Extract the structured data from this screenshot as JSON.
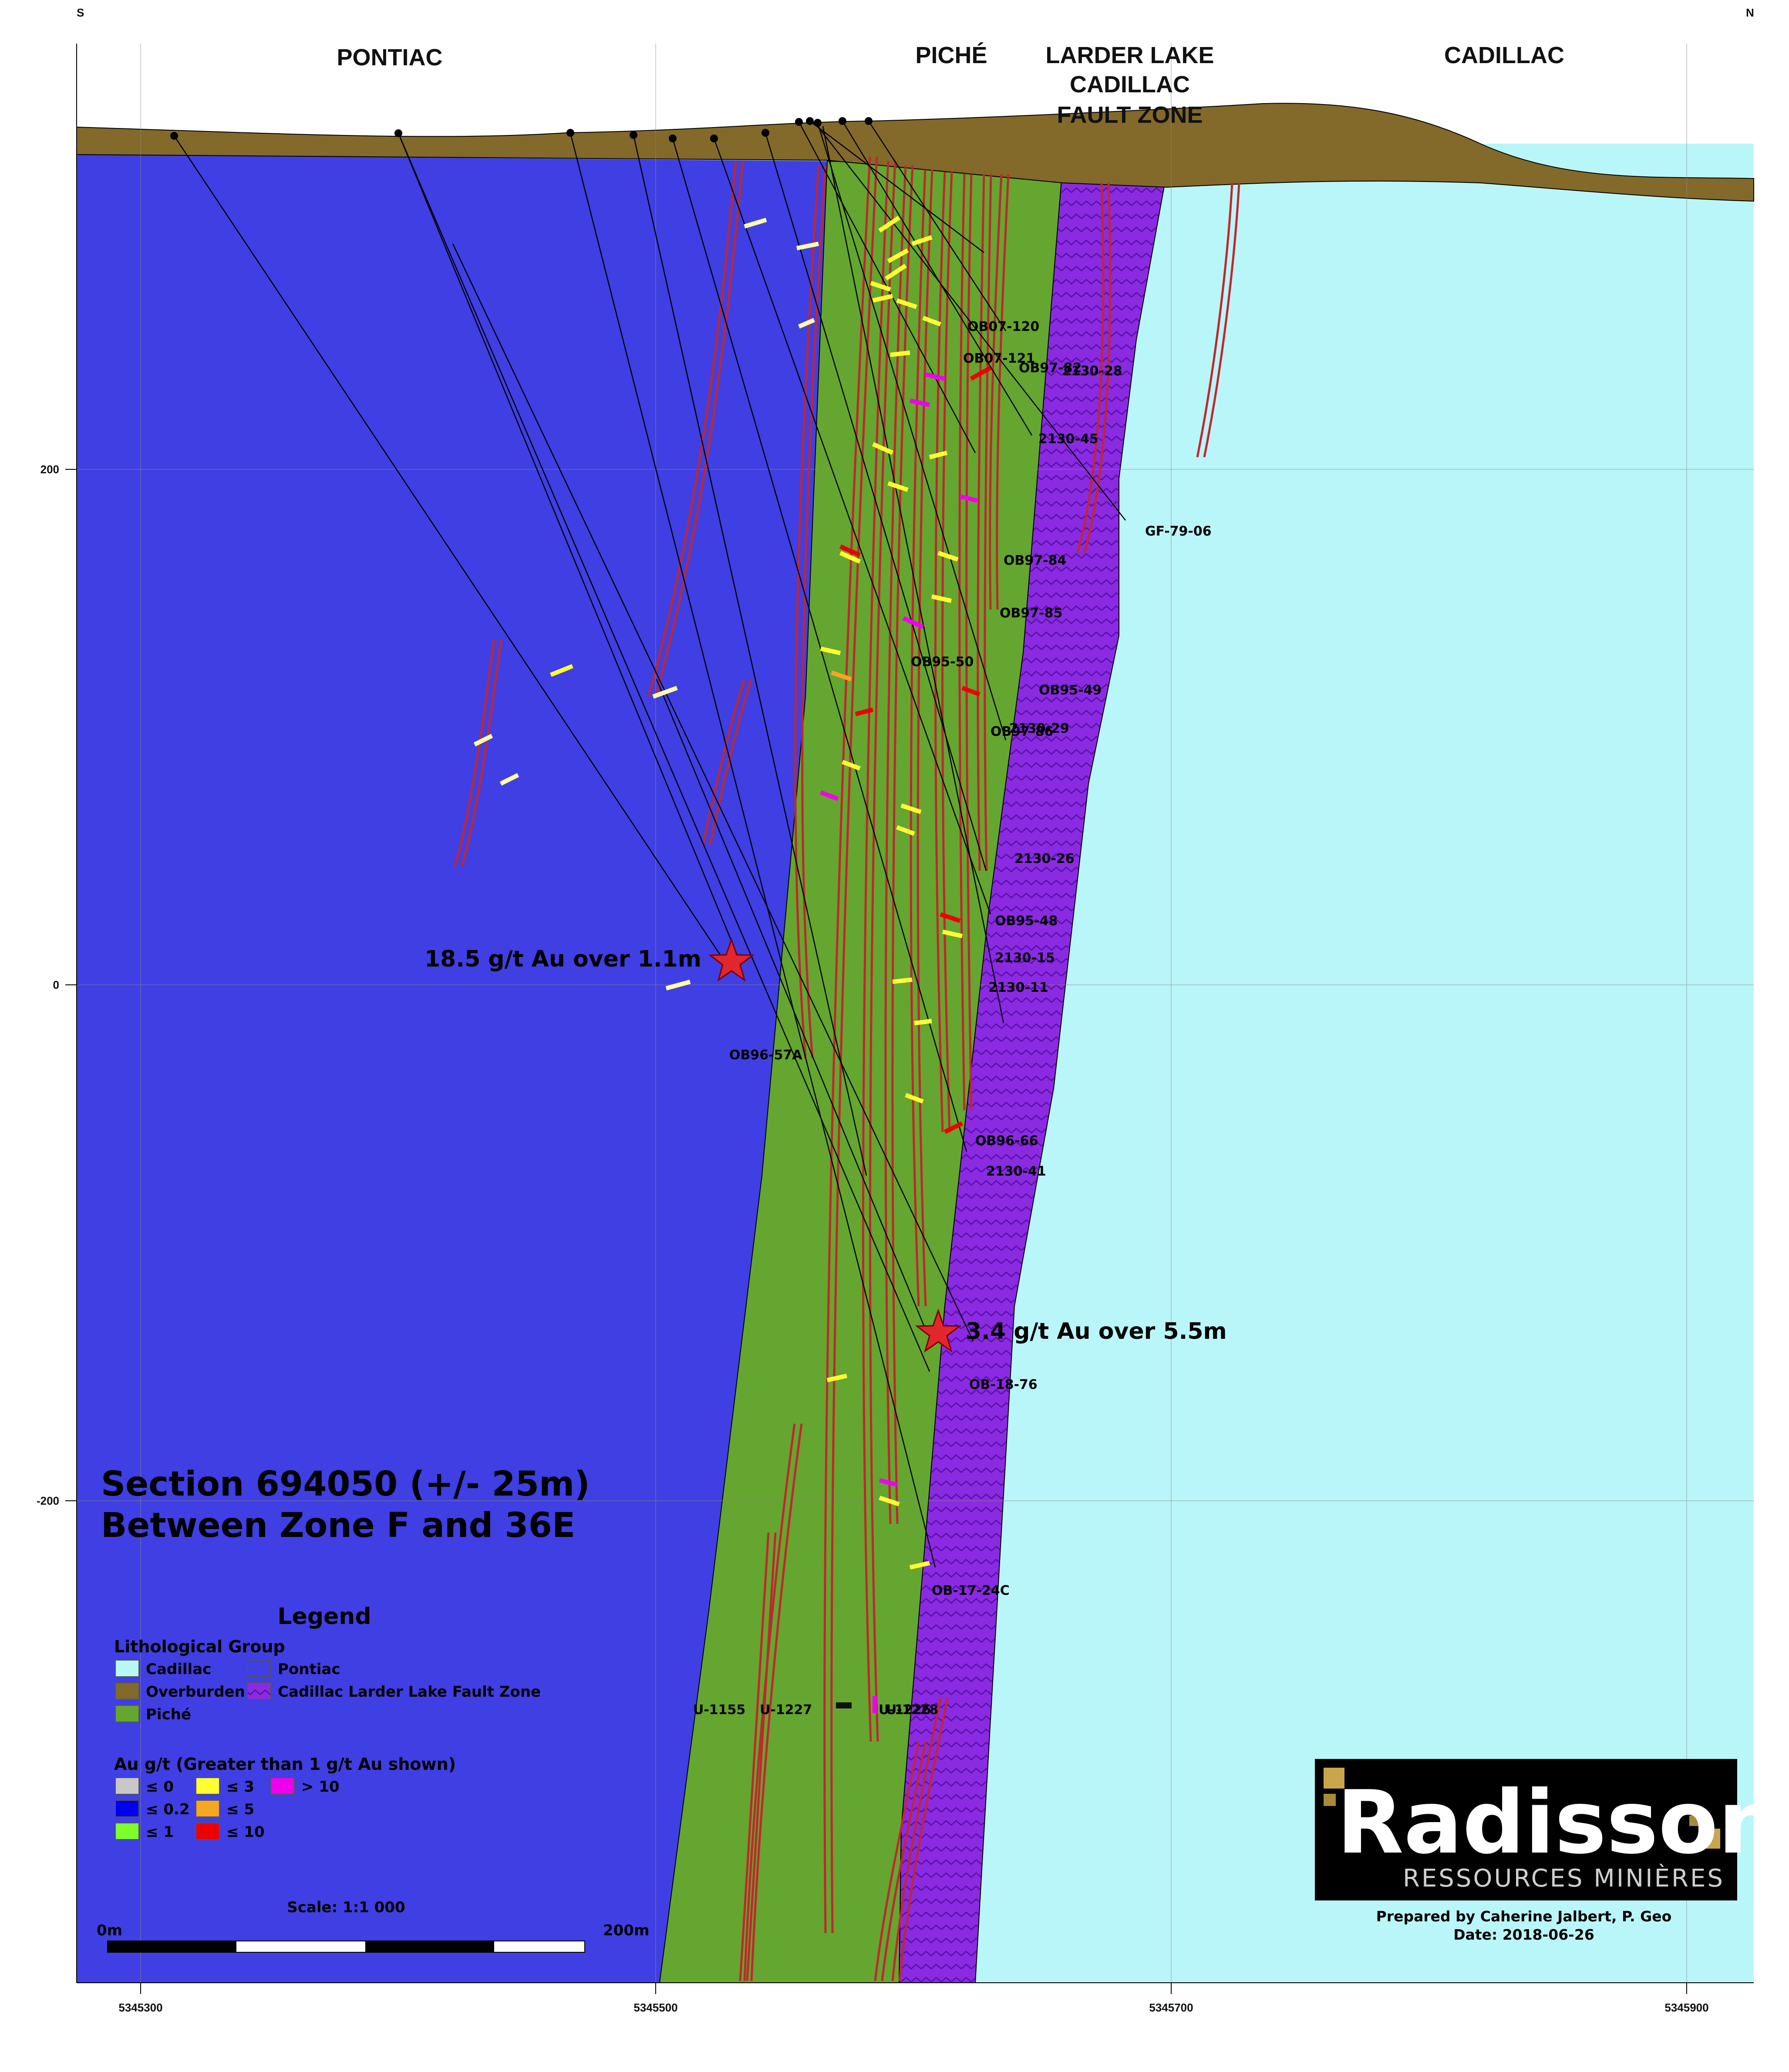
{
  "orientation": {
    "south": "S",
    "north": "N"
  },
  "units": {
    "pontiac": "PONTIAC",
    "piche": "PICHÉ",
    "fault_zone": [
      "LARDER LAKE",
      "CADILLAC",
      "FAULT ZONE"
    ],
    "cadillac": "CADILLAC"
  },
  "axes": {
    "x_ticks": [
      "5345300",
      "5345500",
      "5345700",
      "5345900"
    ],
    "y_ticks": [
      "200",
      "0",
      "-200"
    ]
  },
  "drill_holes": [
    "OB07-120",
    "OB07-121",
    "OB97-82",
    "2130-28",
    "2130-45",
    "GF-79-06",
    "OB97-84",
    "OB97-85",
    "OB95-50",
    "OB95-49",
    "2130-29",
    "OB97-86",
    "2130-26",
    "OB95-48",
    "2130-15",
    "2130-11",
    "OB96-57A",
    "OB96-66",
    "2130-41",
    "OB-18-76",
    "OB-17-24C"
  ],
  "underground_holes": [
    "U-1155",
    "U-1227",
    "U-1226",
    "U-1228"
  ],
  "annotations": {
    "intercept_1": "18.5 g/t Au over 1.1m",
    "intercept_2": "3.4 g/t Au over 5.5m"
  },
  "section_title": [
    "Section 694050 (+/- 25m)",
    "Between Zone F and 36E"
  ],
  "legend": {
    "title": "Legend",
    "litho_header": "Lithological Group",
    "litho": [
      {
        "label": "Cadillac",
        "color": "#b9f6f9"
      },
      {
        "label": "Pontiac",
        "color": "#3f3fe3"
      },
      {
        "label": "Overburden",
        "color": "#83692a"
      },
      {
        "label": "Cadillac Larder Lake Fault Zone",
        "color": "#8a2be2"
      },
      {
        "label": "Piché",
        "color": "#64a62f"
      }
    ],
    "au_header": "Au g/t (Greater than 1 g/t Au shown)",
    "au": [
      {
        "label": "≤ 0",
        "color": "#c8c8c8"
      },
      {
        "label": "≤ 3",
        "color": "#ffff33"
      },
      {
        "label": "> 10",
        "color": "#ee00ee"
      },
      {
        "label": "≤ 0.2",
        "color": "#0000ee"
      },
      {
        "label": "≤ 5",
        "color": "#f5a623"
      },
      {
        "label": "≤ 1",
        "color": "#7cff2a"
      },
      {
        "label": "≤ 10",
        "color": "#ee0000"
      }
    ]
  },
  "scale": {
    "label": "Scale: 1:1 000",
    "start": "0m",
    "end": "200m"
  },
  "logo": {
    "name": "Radisson",
    "tagline": "RESSOURCES MINIÈRES"
  },
  "credits": {
    "prepared_by": "Prepared by Caherine Jalbert, P. Geo",
    "date": "Date: 2018-06-26"
  },
  "colors": {
    "cadillac": "#b9f6f9",
    "pontiac": "#3f3fe3",
    "overburden": "#83692a",
    "fault_zone": "#8a2be2",
    "piche": "#64a62f",
    "dyke": "#d9402a"
  }
}
